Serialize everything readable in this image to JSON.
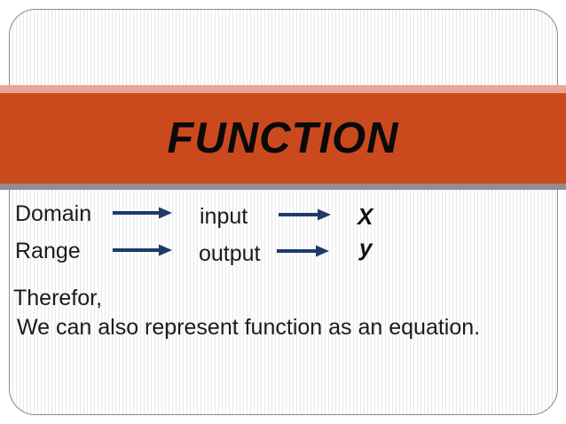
{
  "slide": {
    "title": "FUNCTION",
    "mapping_rows": [
      {
        "source": "Domain",
        "middle": "input",
        "variable": "X"
      },
      {
        "source": "Range",
        "middle": "output",
        "variable": "y"
      }
    ],
    "footer": {
      "line1": "Therefor,",
      "line2": "We can also represent function as an equation."
    },
    "colors": {
      "banner_orange": "#CB4A1D",
      "banner_pink": "#E8A69A",
      "banner_gray": "#938E8F",
      "arrow_navy": "#1E3A68",
      "text_black": "#1B1B1B"
    }
  }
}
